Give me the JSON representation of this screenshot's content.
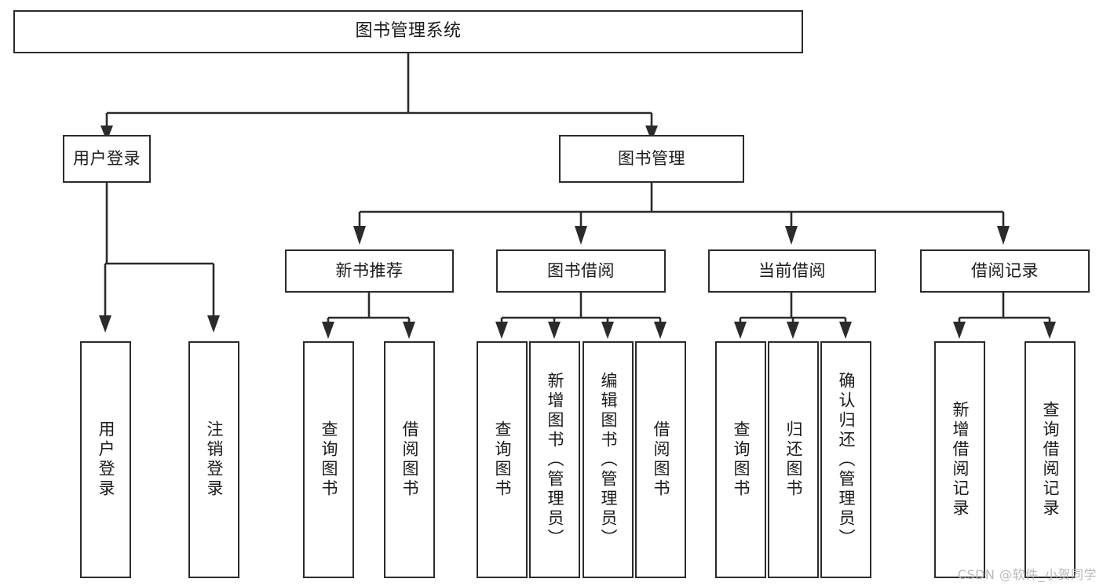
{
  "diagram": {
    "title": "图书管理系统",
    "watermark": "CSDN @软件_小贺同学",
    "colors": {
      "stroke": "#2b2b2b",
      "background": "#ffffff",
      "text": "#1a1a1a",
      "watermark": "#b9b9b9"
    },
    "nodes": {
      "root": {
        "label": "图书管理系统"
      },
      "level2": [
        {
          "label": "用户登录"
        },
        {
          "label": "图书管理"
        }
      ],
      "level3": [
        {
          "label": "新书推荐"
        },
        {
          "label": "图书借阅"
        },
        {
          "label": "当前借阅"
        },
        {
          "label": "借阅记录"
        }
      ],
      "leaves": {
        "user_login": [
          {
            "label": "用户登录"
          },
          {
            "label": "注销登录"
          }
        ],
        "new_book_recommend": [
          {
            "label": "查询图书"
          },
          {
            "label": "借阅图书"
          }
        ],
        "book_borrow": [
          {
            "label": "查询图书"
          },
          {
            "label": "新增图书（管理员）"
          },
          {
            "label": "编辑图书（管理员）"
          },
          {
            "label": "借阅图书"
          }
        ],
        "current_borrow": [
          {
            "label": "查询图书"
          },
          {
            "label": "归还图书"
          },
          {
            "label": "确认归还（管理员）"
          }
        ],
        "borrow_record": [
          {
            "label": "新增借阅记录"
          },
          {
            "label": "查询借阅记录"
          }
        ]
      }
    }
  }
}
